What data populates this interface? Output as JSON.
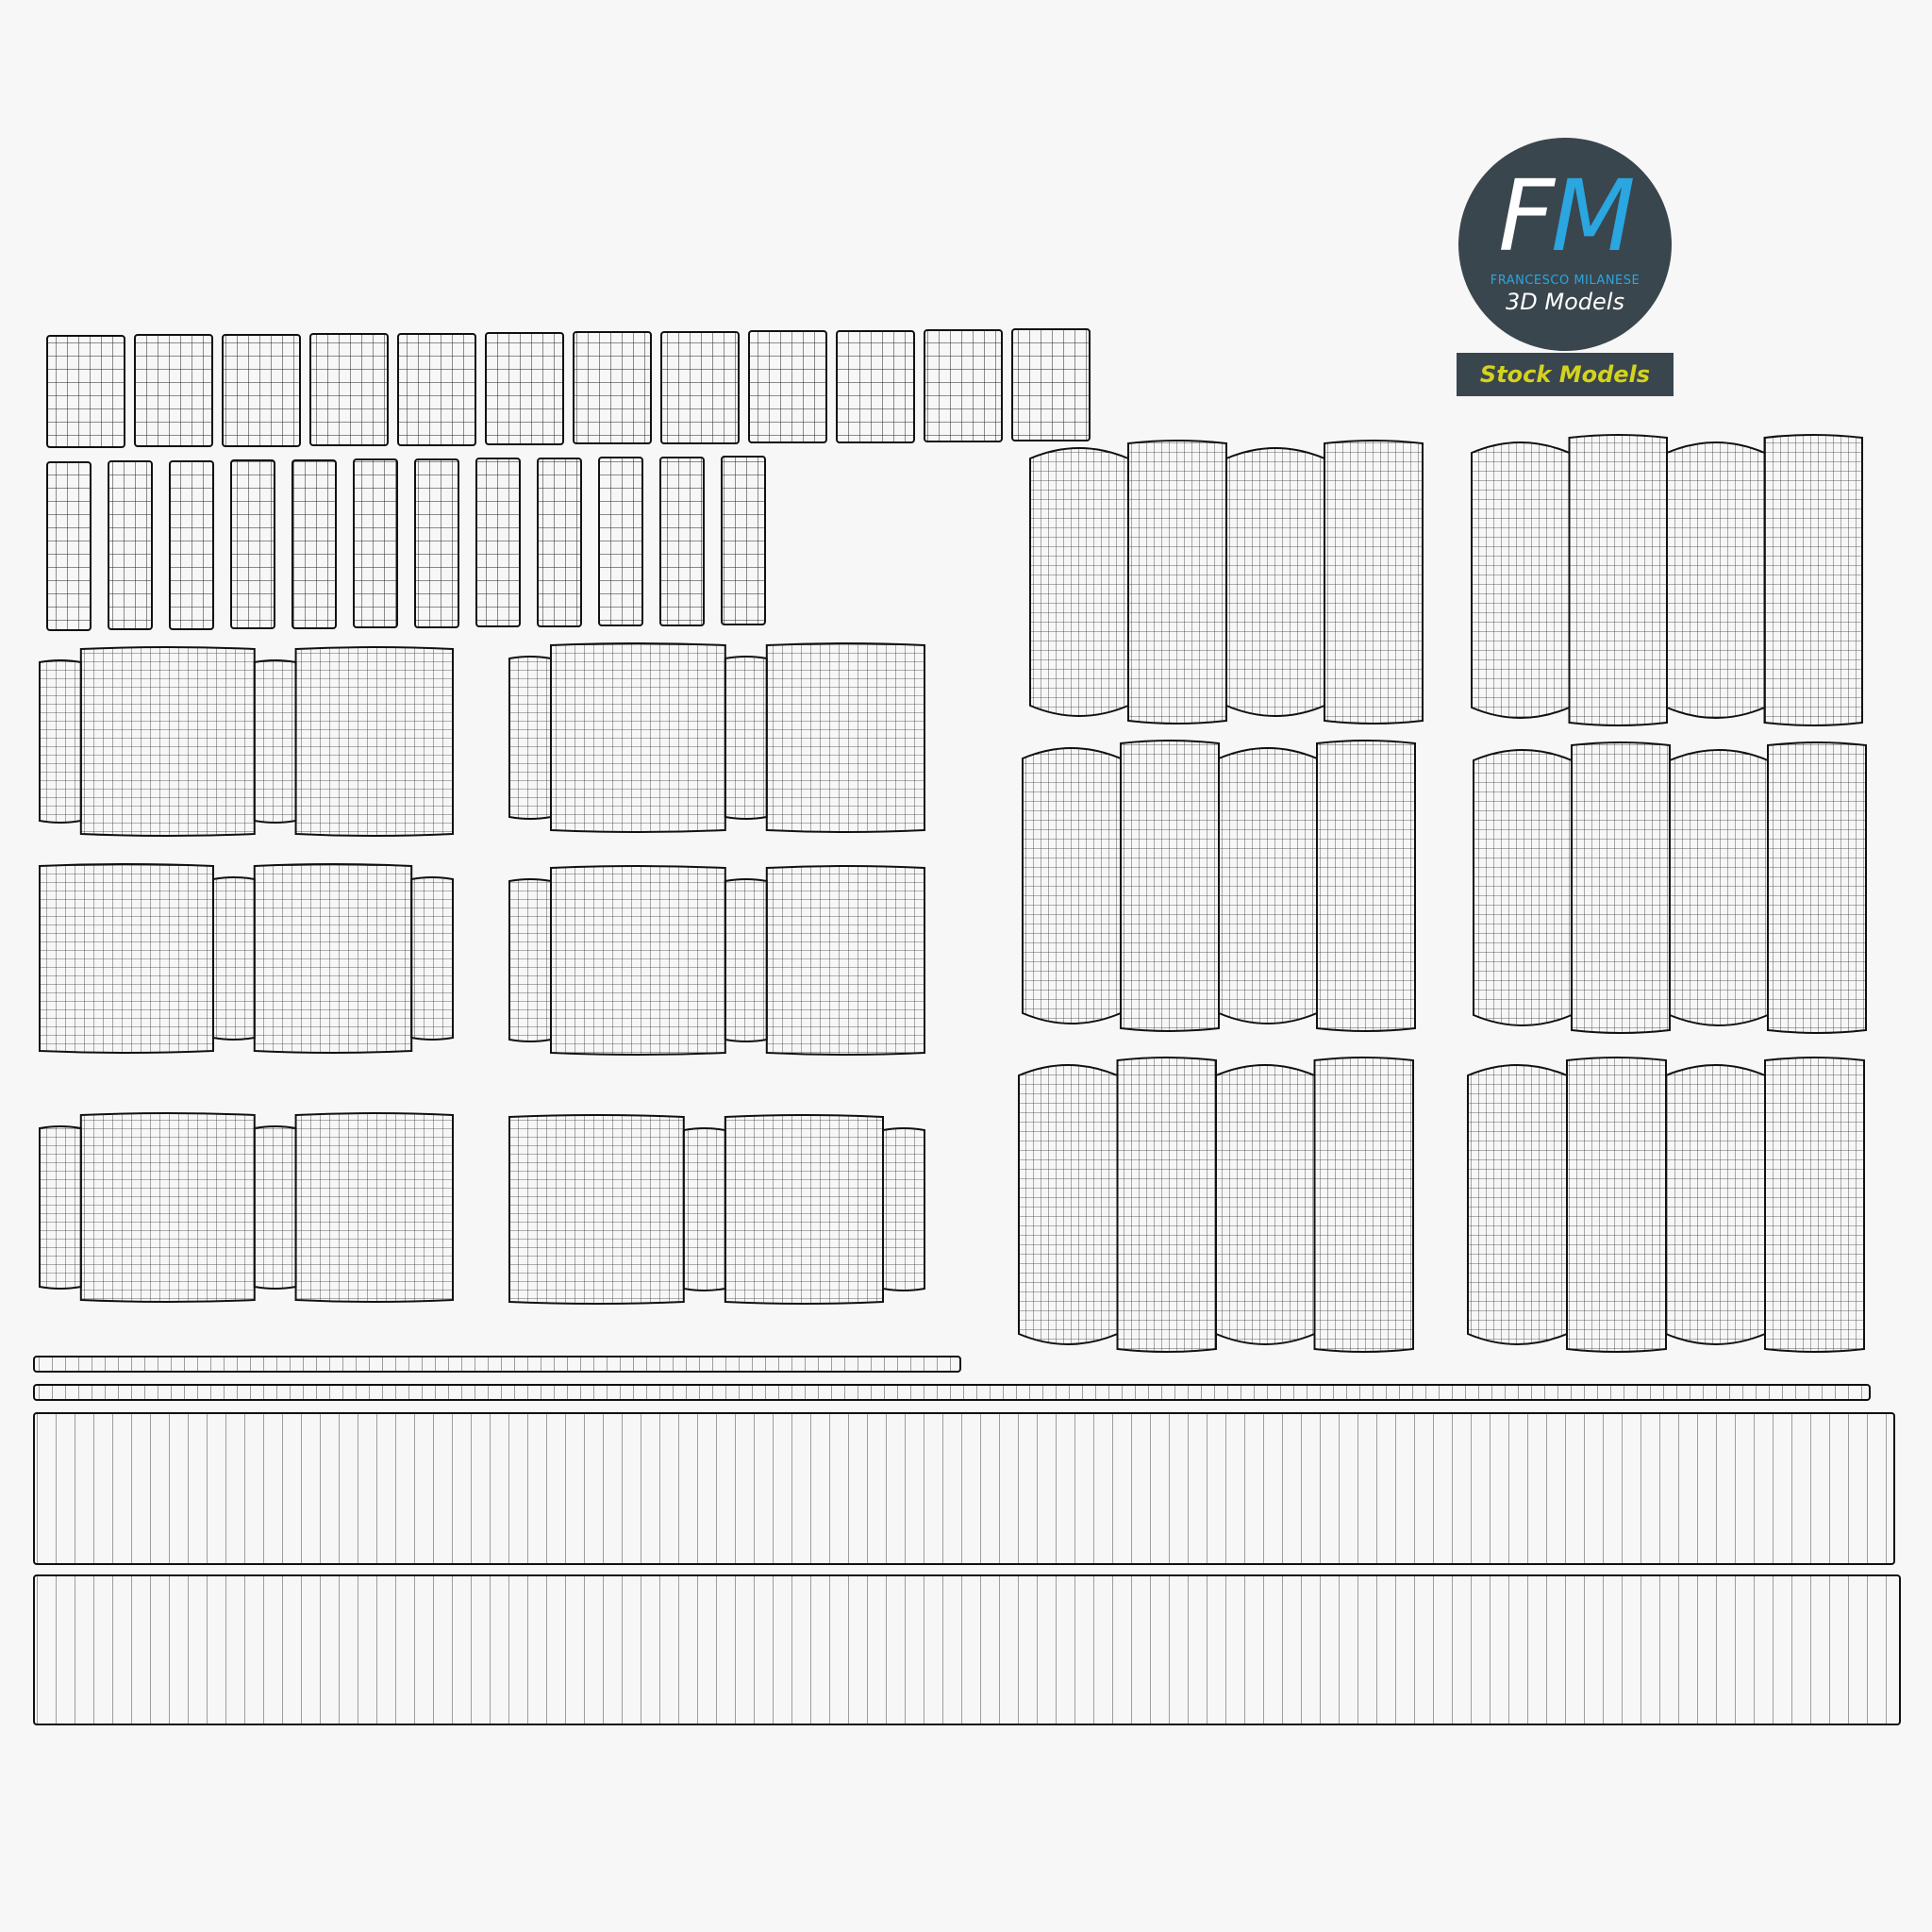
{
  "logo": {
    "letter_f": "F",
    "letter_m": "M",
    "company": "FRANCESCO MILANESE",
    "subtitle": "3D Models",
    "banner": "Stock Models"
  },
  "colors": {
    "background": "#f7f7f7",
    "wire": "#1a1a1a",
    "logo_bg": "#3a464d",
    "logo_blue": "#2aa6e0",
    "banner_text": "#d4d21e"
  }
}
